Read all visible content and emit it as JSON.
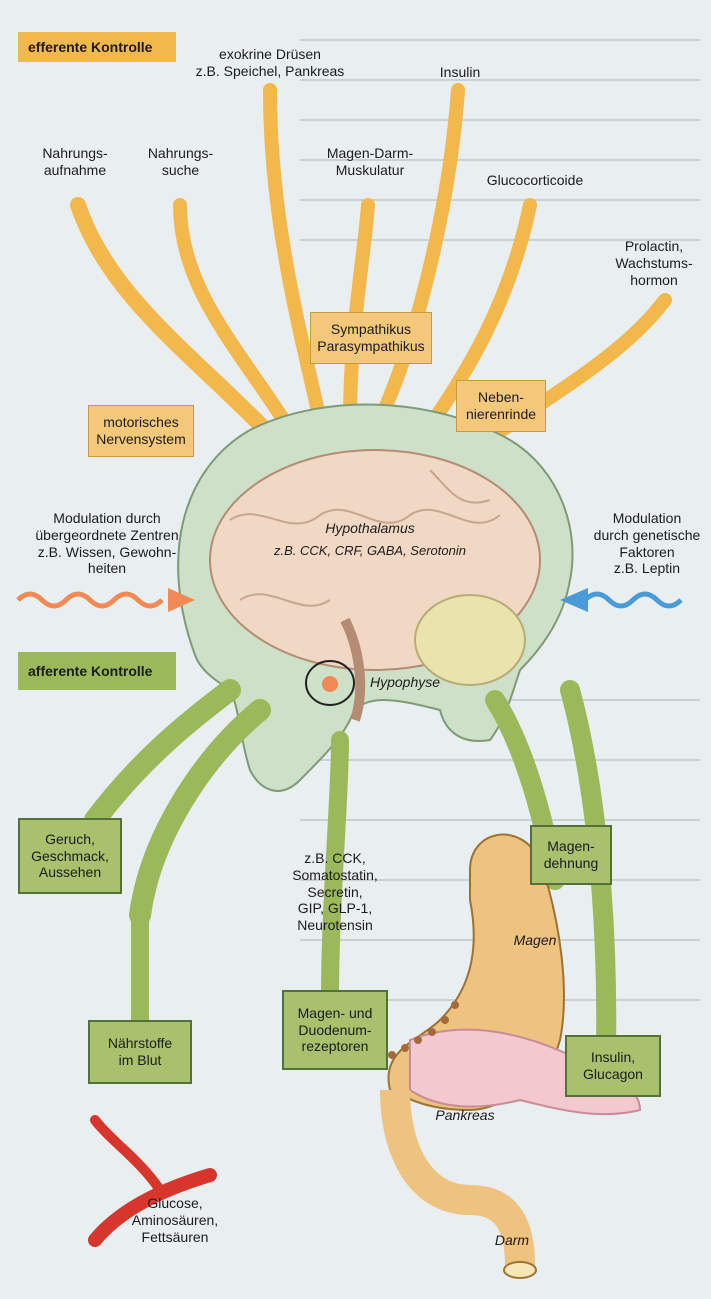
{
  "efferent_header": "efferente Kontrolle",
  "afferent_header": "afferente Kontrolle",
  "outputs": {
    "nahrungsaufnahme": "Nahrungs-\naufnahme",
    "nahrungssuche": "Nahrungs-\nsuche",
    "exokrine": "exokrine Drüsen\nz.B. Speichel, Pankreas",
    "insulin": "Insulin",
    "magen_darm": "Magen-Darm-\nMuskulatur",
    "glucocorticoide": "Glucocorticoide",
    "prolactin": "Prolactin,\nWachstums-\nhormon"
  },
  "efferent_boxes": {
    "motorisch": "motorisches\nNervensystem",
    "sympathikus": "Sympathikus\nParasympathikus",
    "nebenniere": "Neben-\nnierenrinde"
  },
  "modulation_left": "Modulation durch\nübergeordnete Zentren\nz.B. Wissen, Gewohn-\nheiten",
  "modulation_right": "Modulation\ndurch genetische\nFaktoren\nz.B. Leptin",
  "brain": {
    "hypothalamus": "Hypothalamus",
    "transmitters": "z.B. CCK, CRF, GABA, Serotonin",
    "hypophyse": "Hypophyse"
  },
  "afferent_boxes": {
    "geruch": "Geruch,\nGeschmack,\nAussehen",
    "naehrstoffe": "Nährstoffe\nim Blut",
    "rezeptoren": "Magen- und\nDuodenum-\nrezeptoren",
    "magendehnung": "Magen-\ndehnung",
    "insulin_glucagon": "Insulin,\nGlucagon"
  },
  "hormones": "z.B. CCK,\nSomatostatin,\nSecretin,\nGIP, GLP-1,\nNeurotensin",
  "blood": "Glucose,\nAminosäuren,\nFettsäuren",
  "organs": {
    "magen": "Magen",
    "pankreas": "Pankreas",
    "darm": "Darm"
  },
  "colors": {
    "efferent": "#f2b84b",
    "afferent": "#9bb95b",
    "head": "#cfe0c8",
    "brain": "#f0d8c4"
  }
}
